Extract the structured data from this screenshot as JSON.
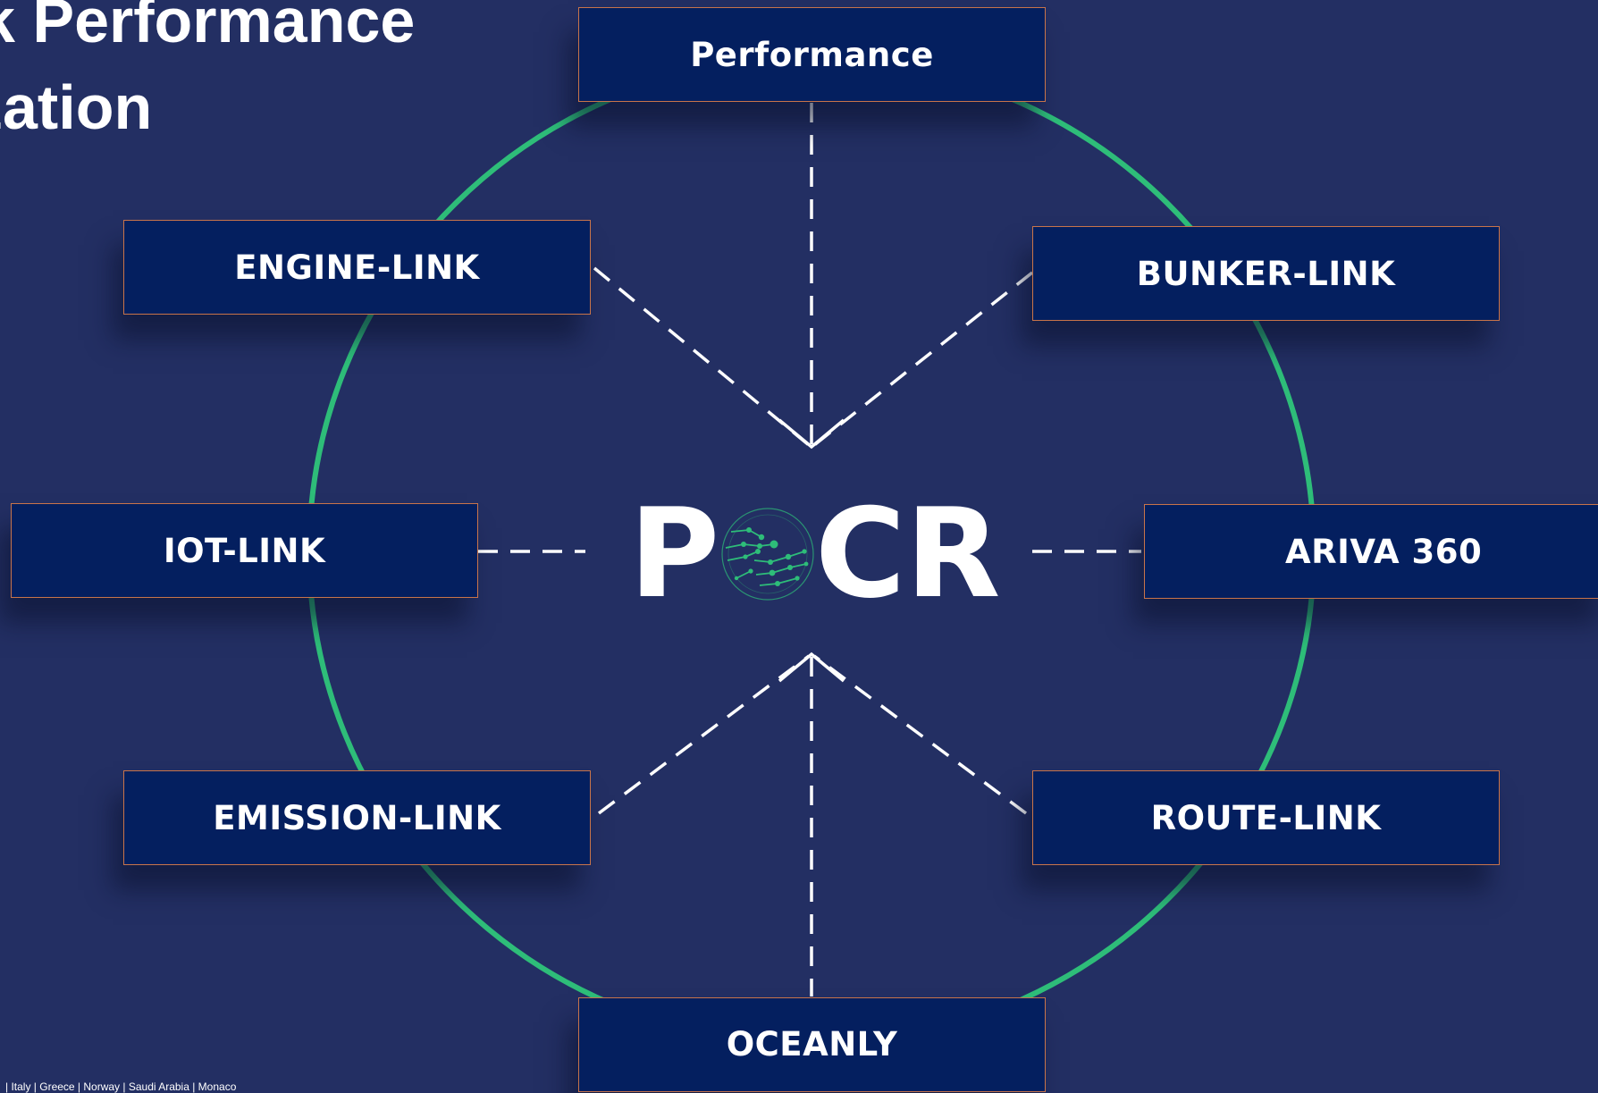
{
  "title": {
    "line1": "k Performance",
    "line2": "zation"
  },
  "center_logo": {
    "letter_p": "P",
    "letters_cr": "CR",
    "globe_icon": "network-globe-icon"
  },
  "nodes": {
    "top": "Performance",
    "top_left": "ENGINE-LINK",
    "top_right": "BUNKER-LINK",
    "left": "IOT-LINK",
    "right": "ARIVA 360",
    "bottom_left": "EMISSION-LINK",
    "bottom_right": "ROUTE-LINK",
    "bottom": "OCEANLY"
  },
  "footer": "| Italy | Greece | Norway | Saudi Arabia | Monaco",
  "colors": {
    "background": "#232f63",
    "box_fill": "#041f5f",
    "box_border": "#c8744a",
    "ring": "#2ebd79",
    "connector": "#ffffff",
    "text": "#ffffff"
  }
}
